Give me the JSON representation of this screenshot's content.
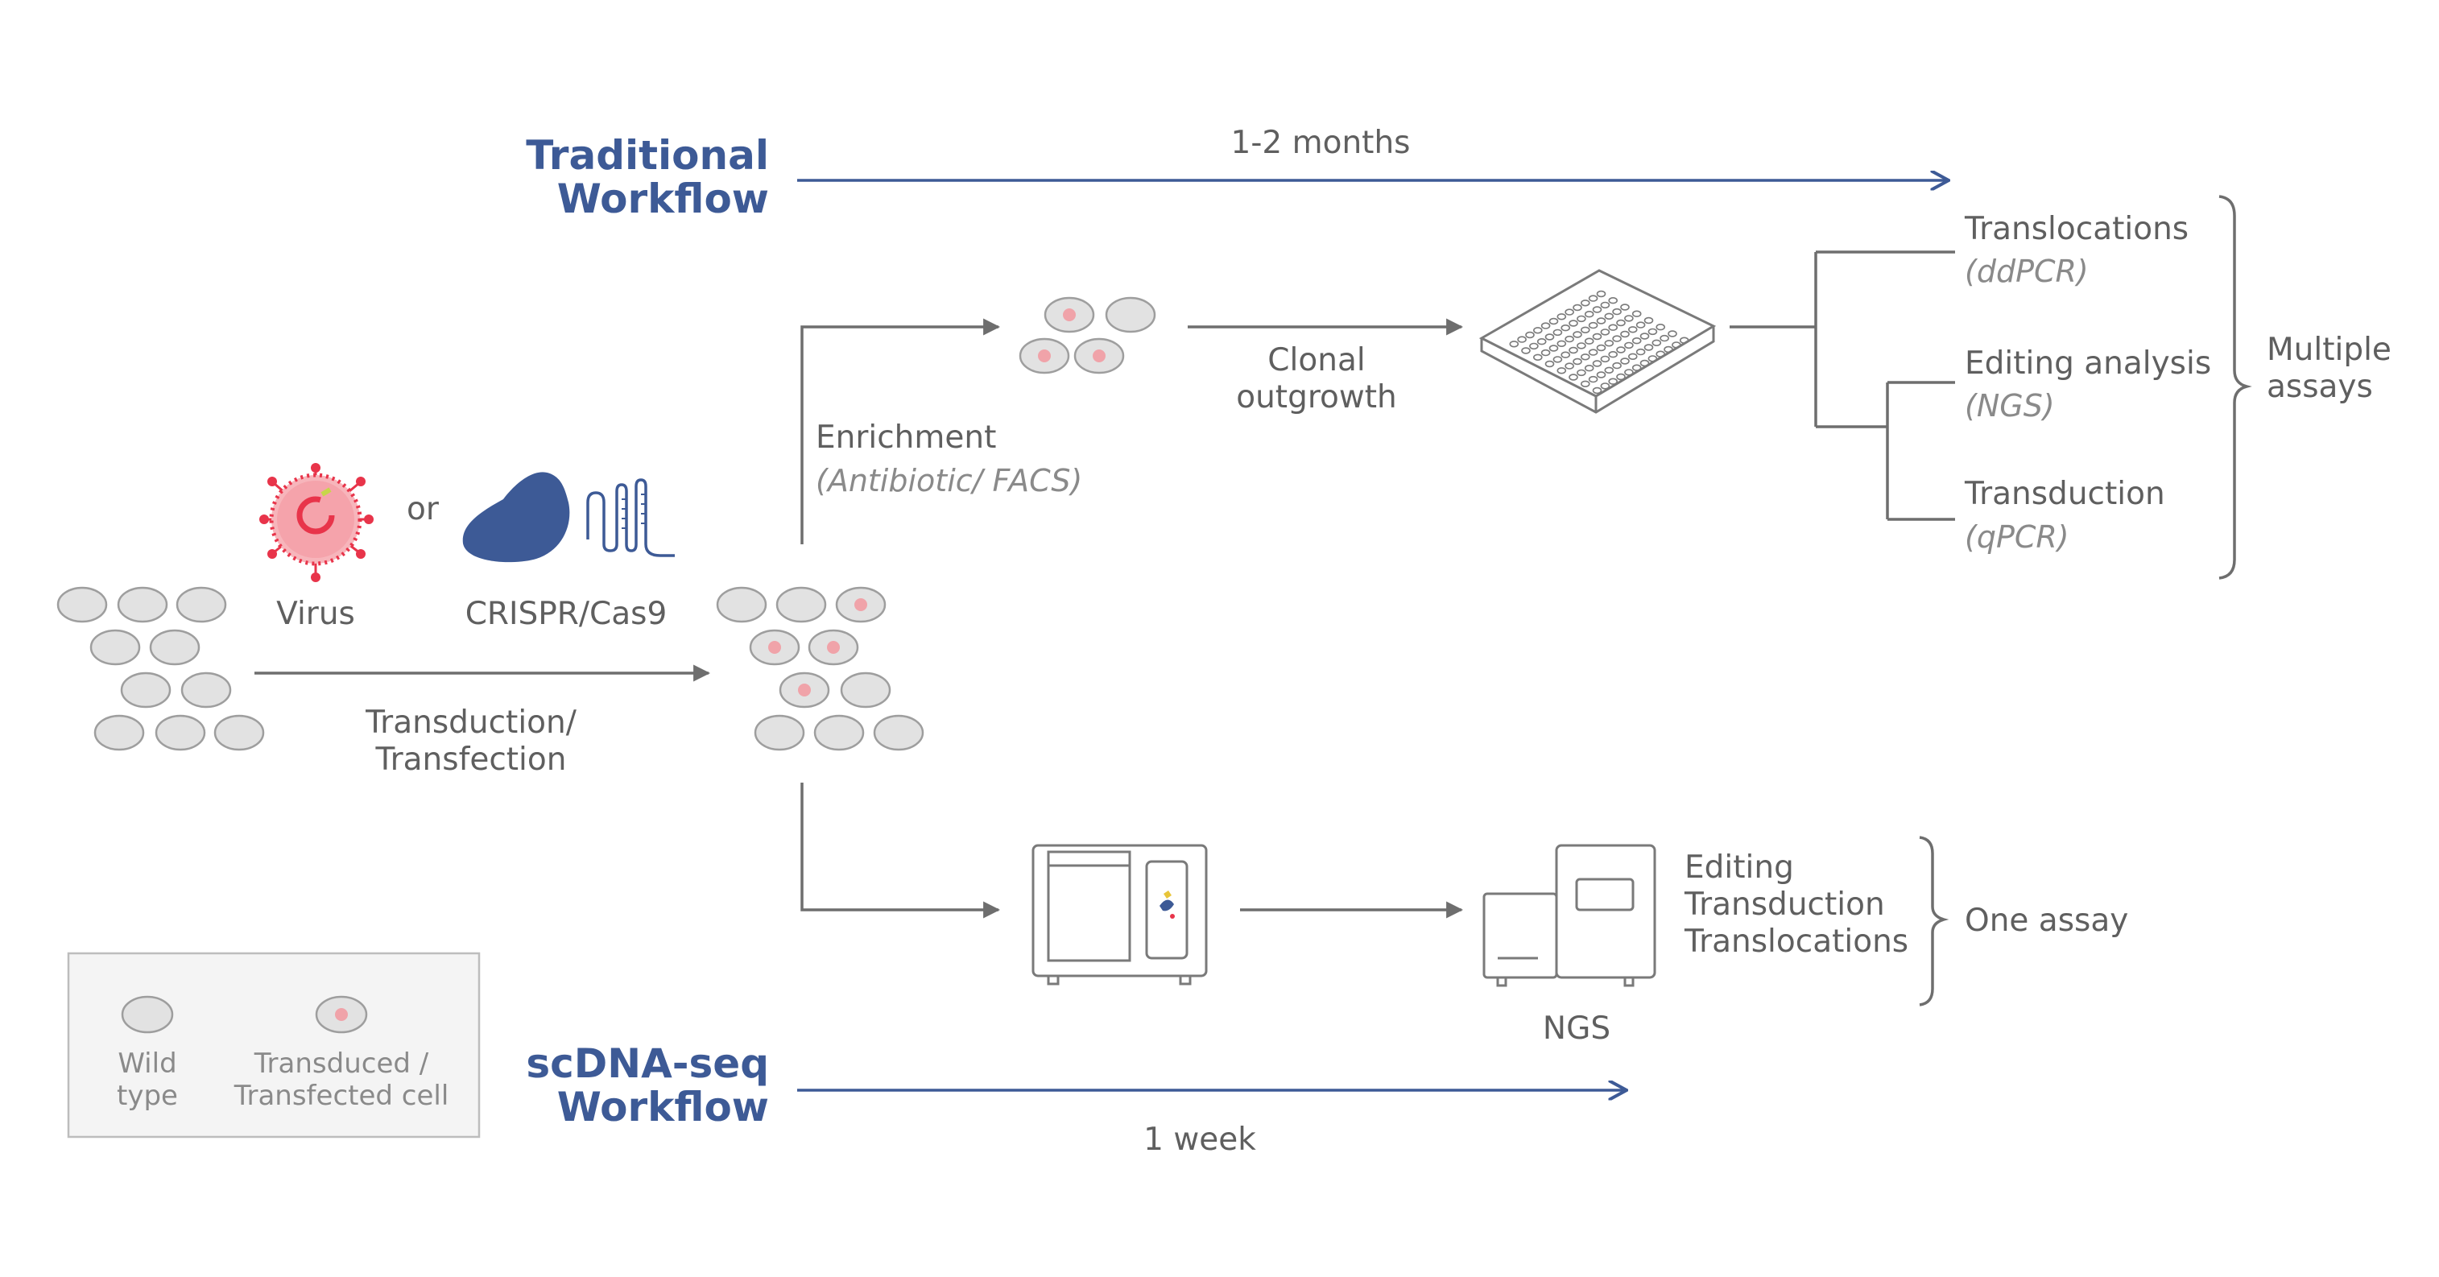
{
  "traditional": {
    "title_line1": "Traditional",
    "title_line2": "Workflow",
    "duration": "1-2 months"
  },
  "scdna": {
    "title_line1": "scDNA-seq",
    "title_line2": "Workflow",
    "duration": "1 week"
  },
  "inputs": {
    "virus_label": "Virus",
    "or_label": "or",
    "crispr_label": "CRISPR/Cas9",
    "step_line1": "Transduction/",
    "step_line2": "Transfection"
  },
  "enrichment": {
    "label": "Enrichment",
    "method": "(Antibiotic/ FACS)"
  },
  "clonal": {
    "line1": "Clonal",
    "line2": "outgrowth"
  },
  "assays": [
    {
      "name": "Translocations",
      "method": "(ddPCR)"
    },
    {
      "name": "Editing analysis",
      "method": "(NGS)"
    },
    {
      "name": "Transduction",
      "method": "(qPCR)"
    }
  ],
  "multiple_assays": {
    "line1": "Multiple",
    "line2": "assays"
  },
  "single_cell": {
    "ngs_label": "NGS",
    "results": [
      "Editing",
      "Transduction",
      "Translocations"
    ],
    "one_assay": "One assay"
  },
  "legend": {
    "wild_line1": "Wild",
    "wild_line2": "type",
    "trans_line1": "Transduced /",
    "trans_line2": "Transfected cell"
  },
  "colors": {
    "accent_blue": "#3d5a96",
    "text_gray": "#5f5f5f",
    "cell_fill": "#e2e2e2",
    "nucleus_pink": "#f0a3a9",
    "virus_red": "#e8344a",
    "cas9_blue": "#3d5a96"
  }
}
